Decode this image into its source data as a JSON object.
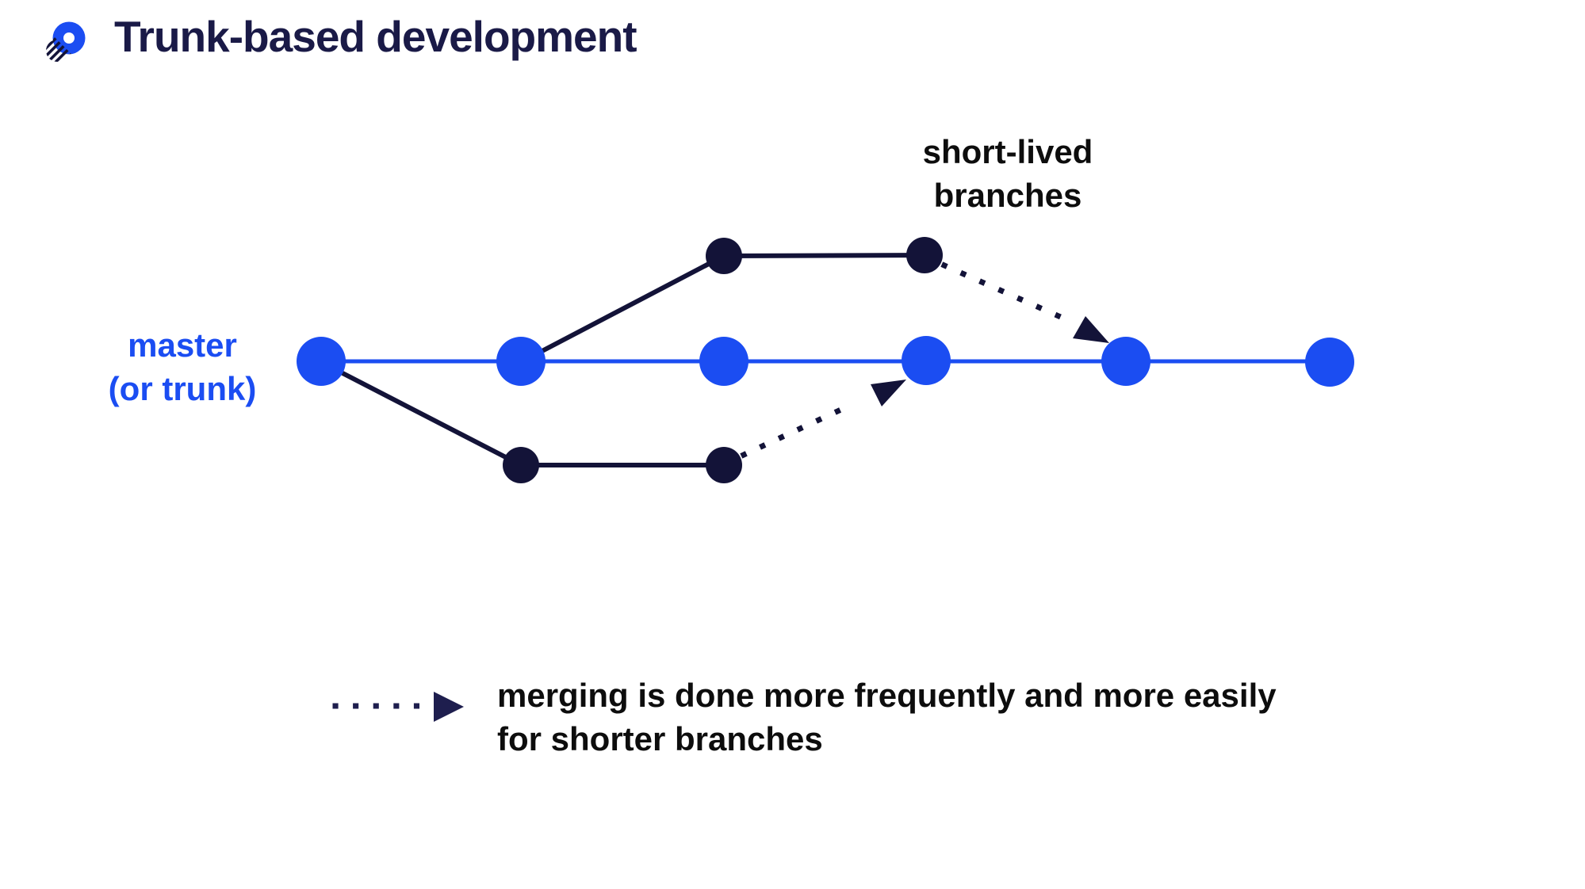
{
  "header": {
    "title": "Trunk-based development"
  },
  "labels": {
    "master_line1": "master",
    "master_line2": "(or trunk)",
    "short_lived_line1": "short-lived",
    "short_lived_line2": "branches"
  },
  "legend": {
    "line1": "merging is done more frequently and more easily",
    "line2": "for shorter branches"
  },
  "colors": {
    "master_blue": "#1b4df2",
    "branch_navy": "#131338",
    "legend_arrow_navy": "#1e1e4e",
    "title_navy": "#1a1a47",
    "annotation_black": "#0d0d0d",
    "background": "#ffffff"
  },
  "diagram": {
    "master_branch": {
      "name": "master (or trunk)",
      "commit_count": 6
    },
    "short_lived_branches": [
      {
        "position": "above-master",
        "commit_count": 2,
        "branches_from": "master-commit-2",
        "merges_into": "master-commit-5",
        "merge_style": "dotted-arrow"
      },
      {
        "position": "below-master",
        "commit_count": 2,
        "branches_from": "master-commit-1",
        "merges_into": "master-commit-4",
        "merge_style": "dotted-arrow"
      }
    ]
  }
}
